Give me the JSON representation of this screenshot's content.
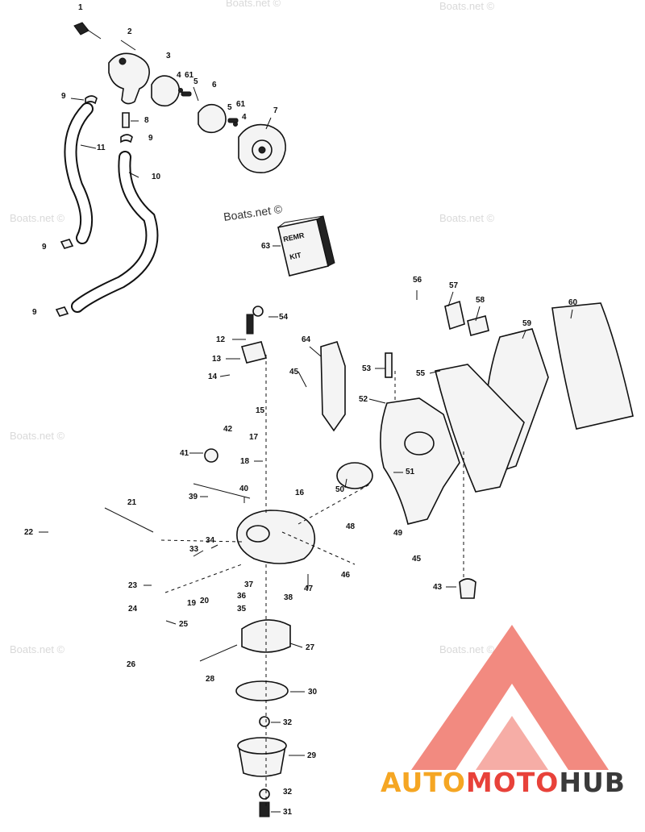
{
  "watermarks": {
    "text": "Boats.net ©"
  },
  "kit_box": {
    "line1": "REMR",
    "line2": "KIT"
  },
  "logo": {
    "part1": "AUTO",
    "part2": "MOTO",
    "part3": "HUB",
    "colors": {
      "auto": "#f5a623",
      "moto": "#e8423a",
      "hub": "#3a3a3a",
      "triangle": "#f28a80"
    }
  },
  "part_labels": [
    "1",
    "2",
    "3",
    "4",
    "61",
    "5",
    "6",
    "5",
    "61",
    "4",
    "7",
    "9",
    "8",
    "9",
    "11",
    "10",
    "9",
    "9",
    "63",
    "54",
    "12",
    "13",
    "14",
    "15",
    "64",
    "45",
    "53",
    "52",
    "55",
    "56",
    "57",
    "58",
    "59",
    "60",
    "42",
    "17",
    "41",
    "18",
    "16",
    "39",
    "40",
    "50",
    "51",
    "21",
    "22",
    "34",
    "33",
    "48",
    "49",
    "46",
    "45",
    "47",
    "43",
    "23",
    "37",
    "36",
    "24",
    "19",
    "20",
    "35",
    "38",
    "25",
    "26",
    "27",
    "28",
    "30",
    "32",
    "29",
    "32",
    "31"
  ]
}
